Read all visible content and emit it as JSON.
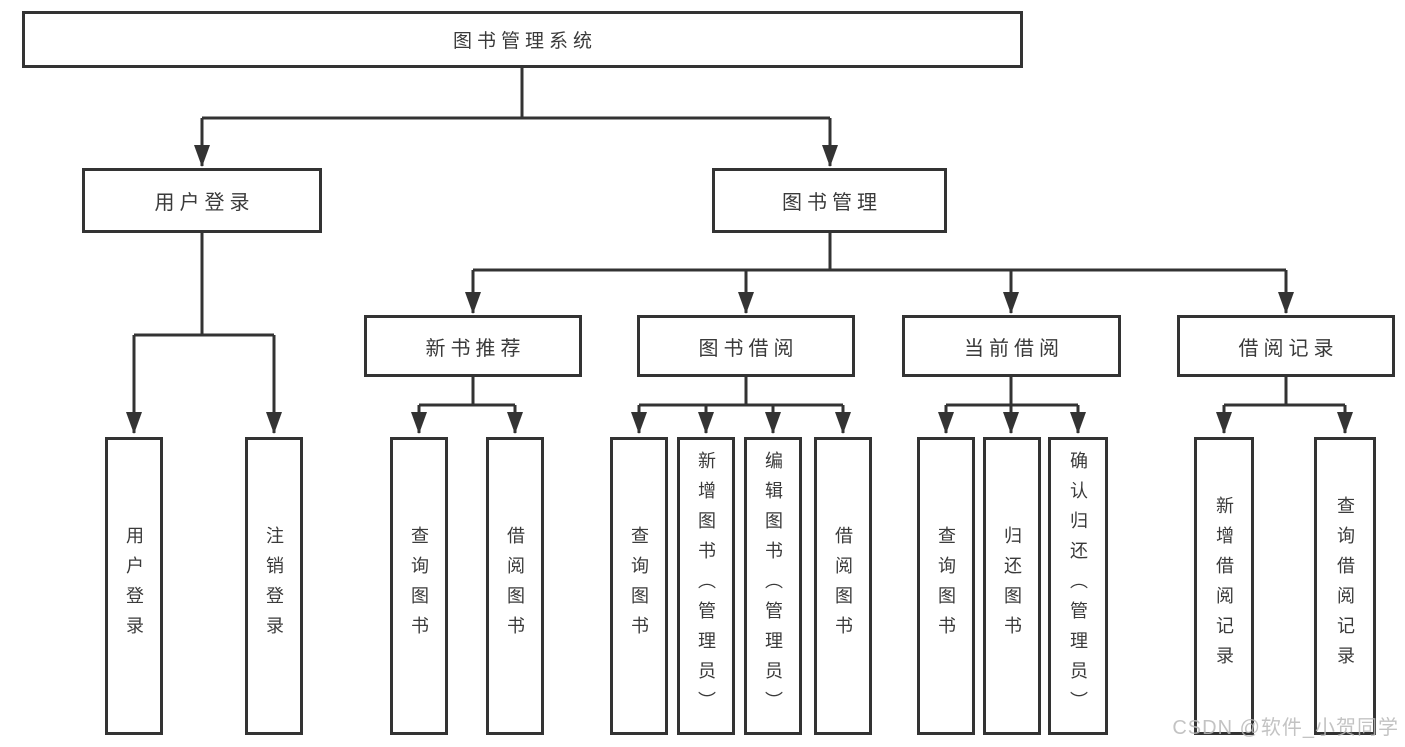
{
  "diagram": {
    "label": "图书管理系统",
    "children": [
      {
        "label": "用户登录",
        "children": [
          {
            "label": "用户登录"
          },
          {
            "label": "注销登录"
          }
        ]
      },
      {
        "label": "图书管理",
        "children": [
          {
            "label": "新书推荐",
            "children": [
              {
                "label": "查询图书"
              },
              {
                "label": "借阅图书"
              }
            ]
          },
          {
            "label": "图书借阅",
            "children": [
              {
                "label": "查询图书"
              },
              {
                "label": "新增图书（管理员）"
              },
              {
                "label": "编辑图书（管理员）"
              },
              {
                "label": "借阅图书"
              }
            ]
          },
          {
            "label": "当前借阅",
            "children": [
              {
                "label": "查询图书"
              },
              {
                "label": "归还图书"
              },
              {
                "label": "确认归还（管理员）"
              }
            ]
          },
          {
            "label": "借阅记录",
            "children": [
              {
                "label": "新增借阅记录"
              },
              {
                "label": "查询借阅记录"
              }
            ]
          }
        ]
      }
    ]
  },
  "watermark": {
    "text": "CSDN @软件_小贺同学"
  },
  "colors": {
    "line": "#333333",
    "text": "#3a3a3a",
    "box_background": "#ffffff",
    "watermark": "#b9b9b9",
    "background": "#ffffff"
  }
}
